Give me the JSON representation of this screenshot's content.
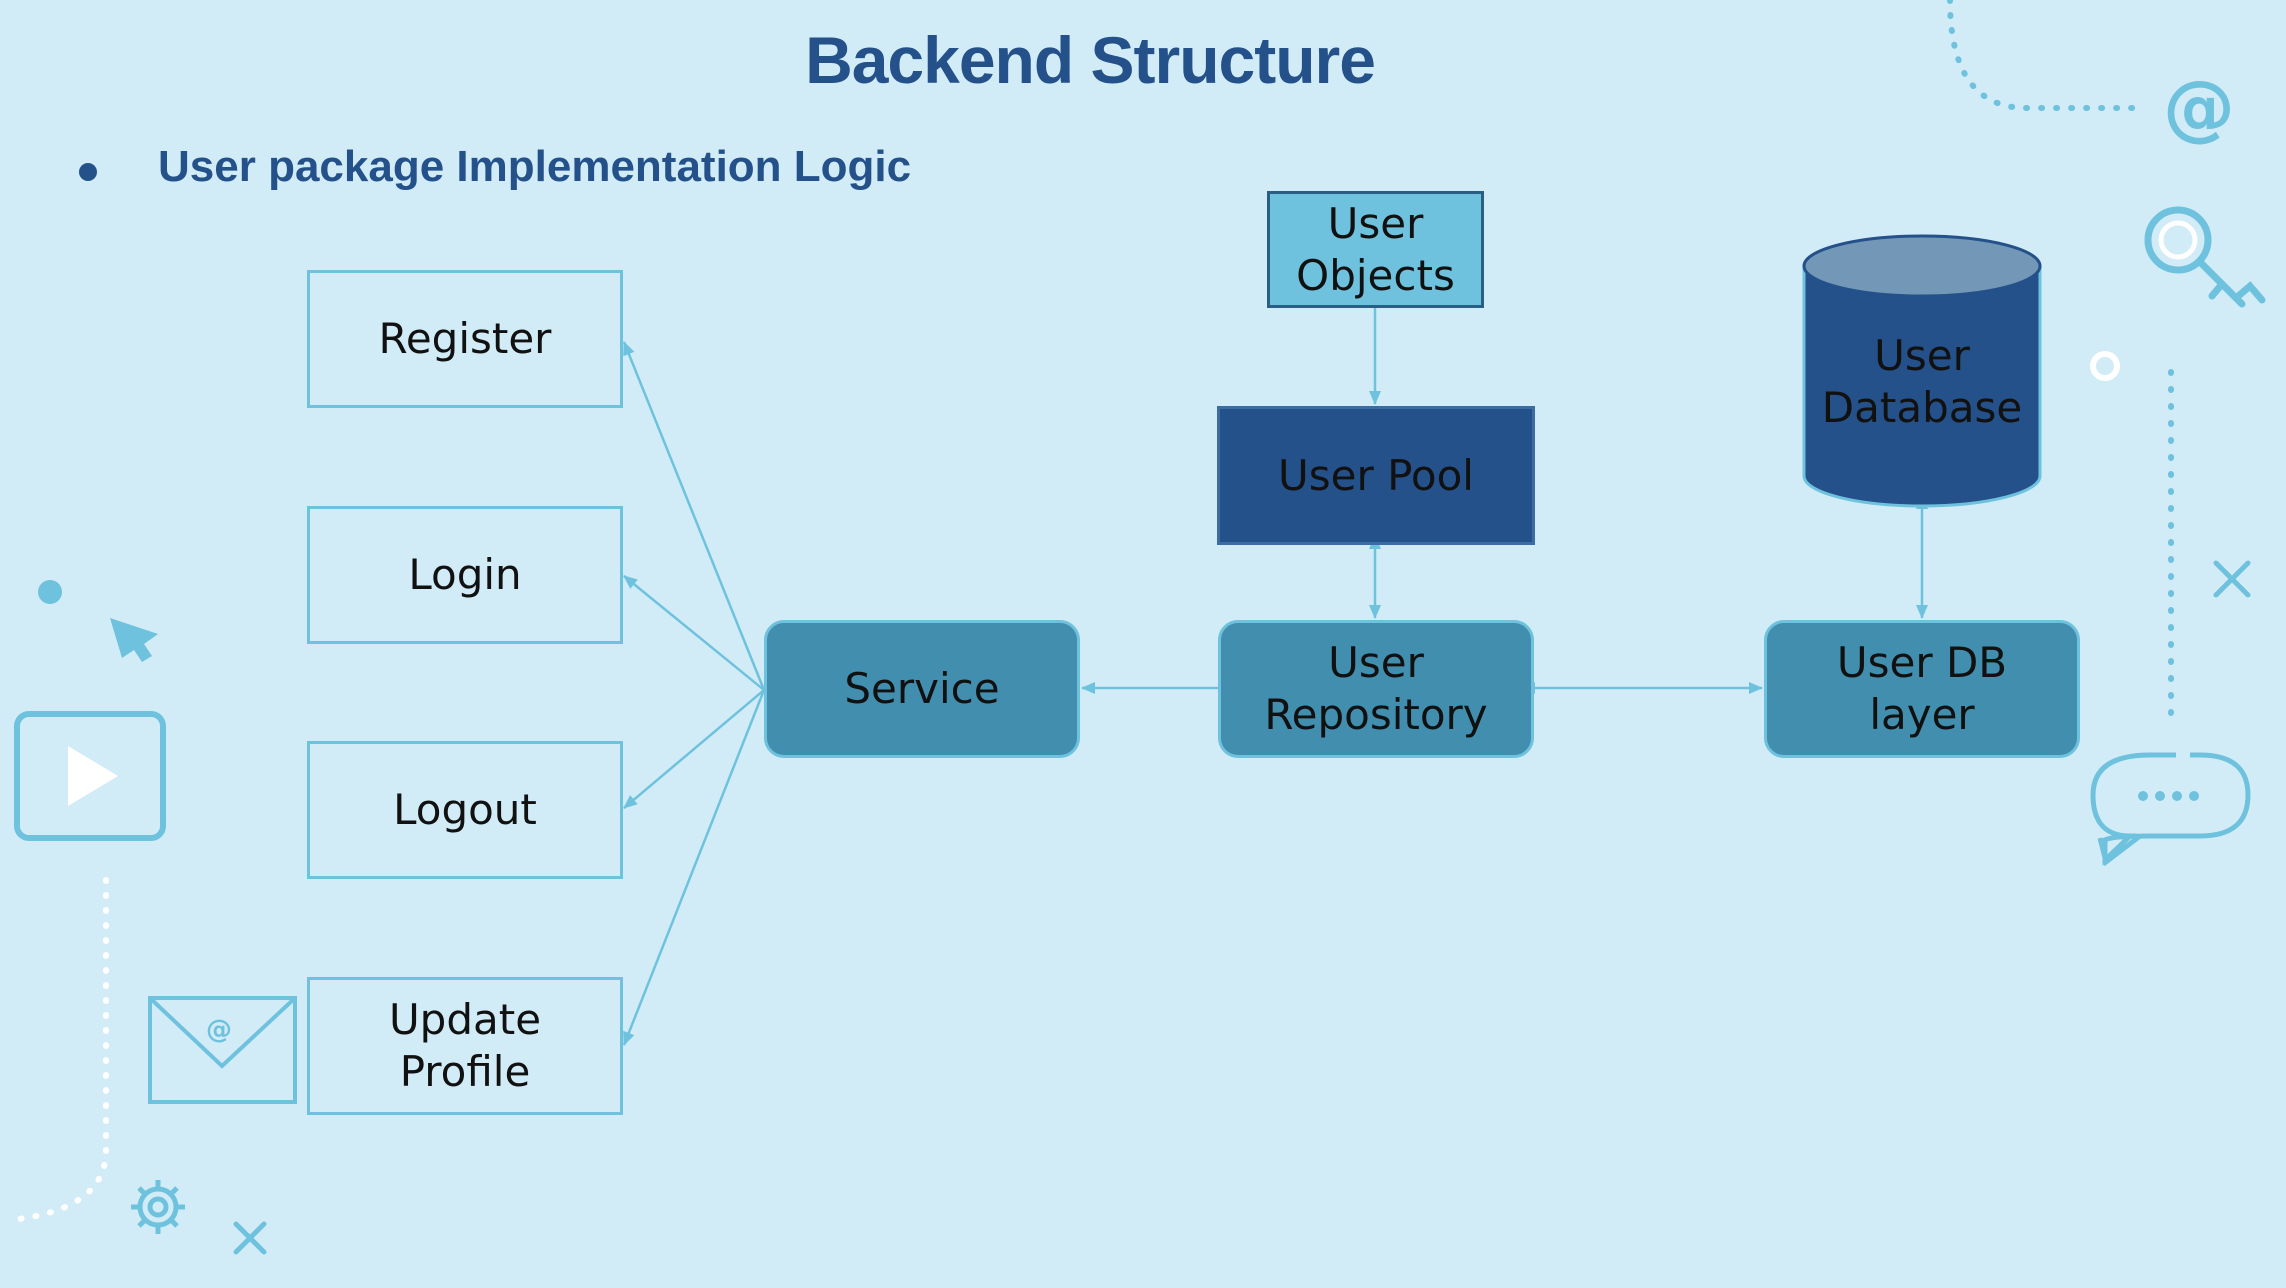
{
  "slide": {
    "title": "Backend Structure",
    "bullet": "User package Implementation Logic"
  },
  "diagram": {
    "nodes": {
      "register": "Register",
      "login": "Login",
      "logout": "Logout",
      "update_profile": "Update\nProfile",
      "service": "Service",
      "user_repository": "User\nRepository",
      "user_pool": "User Pool",
      "user_objects": "User\nObjects",
      "user_db_layer": "User DB\nlayer",
      "user_database": "User\nDatabase"
    }
  },
  "decorations": {
    "icons": [
      "at-icon",
      "key-icon",
      "chat-bubble-icon",
      "close-icon",
      "cursor-icon",
      "play-icon",
      "mail-icon",
      "gear-icon"
    ],
    "accent_color": "#6ec2de",
    "brand_color": "#24518a",
    "box_color": "#428eae"
  }
}
